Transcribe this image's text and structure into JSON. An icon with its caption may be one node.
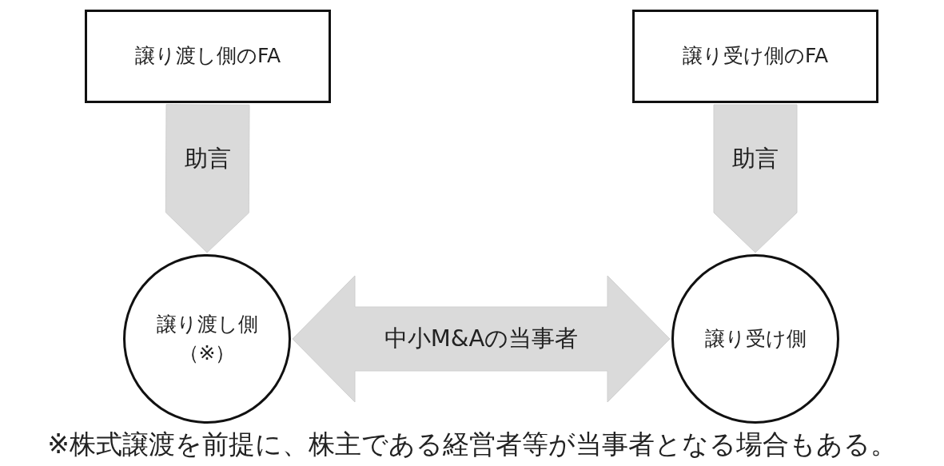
{
  "diagram": {
    "nodes": [
      {
        "text": [
          "譲り渡し側のFA"
        ]
      },
      {
        "text": [
          "譲り受け側のFA"
        ]
      },
      {
        "text": [
          "譲り渡し側（※）"
        ]
      },
      {
        "text": [
          "譲り受け側"
        ]
      }
    ],
    "edges": [
      {
        "from": 0,
        "to": 2,
        "arrow": "to",
        "label": "助言"
      },
      {
        "from": 1,
        "to": 3,
        "arrow": "to",
        "label": "助言"
      },
      {
        "from": 2,
        "to": 3,
        "arrow": "both",
        "label": "中小M&Aの当事者"
      }
    ],
    "labels": [
      "※株式譲渡を前提に、株主である経営者等が当事者となる場合もある。"
    ]
  }
}
